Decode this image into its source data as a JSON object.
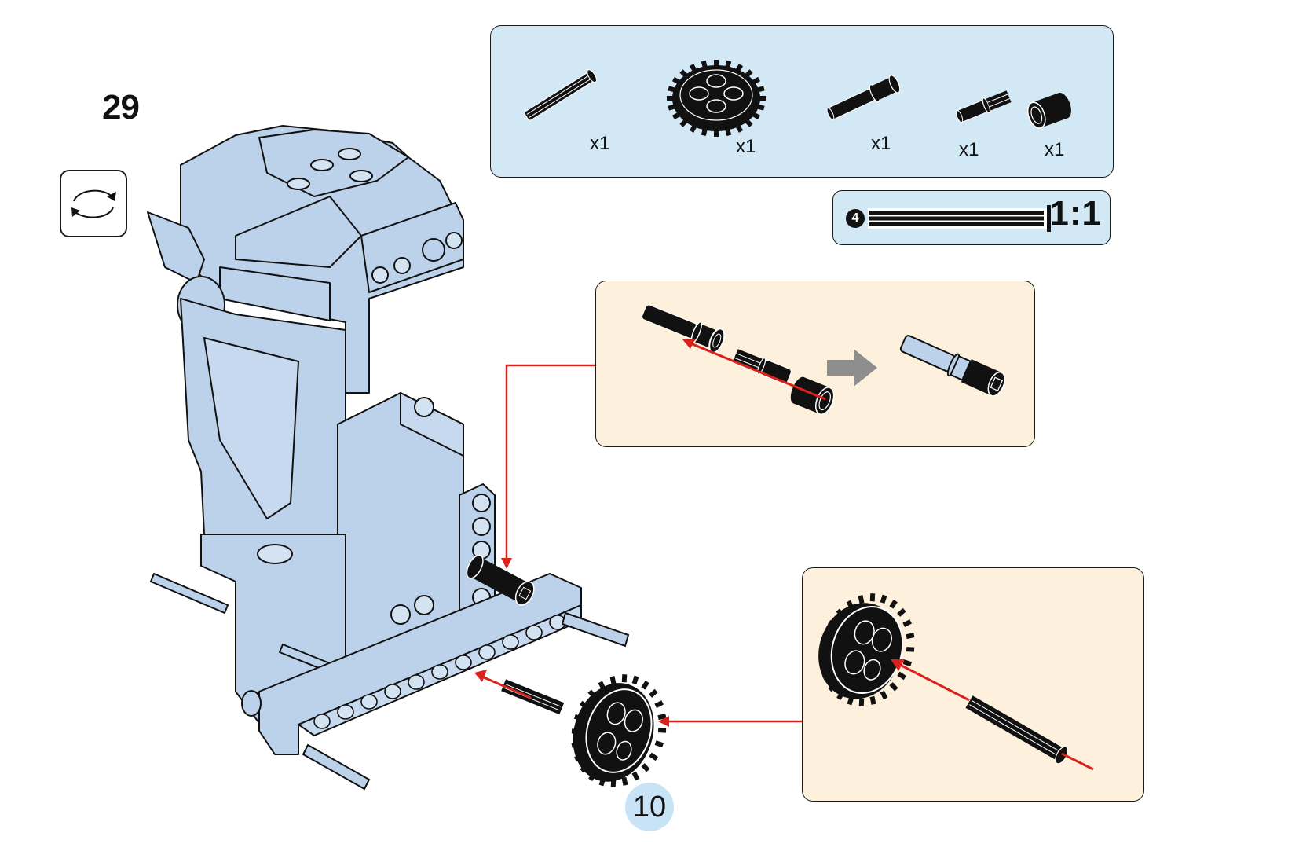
{
  "step": {
    "number": "29",
    "rotate_icon": "rotate-model-icon"
  },
  "parts_list": {
    "items": [
      {
        "name": "axle",
        "icon": "axle-icon",
        "quantity": "x1"
      },
      {
        "name": "gear-24-tooth",
        "icon": "gear-24-tooth-icon",
        "quantity": "x1"
      },
      {
        "name": "long-pin-with-bushing",
        "icon": "long-pin-icon",
        "quantity": "x1"
      },
      {
        "name": "axle-pin",
        "icon": "axle-pin-icon",
        "quantity": "x1"
      },
      {
        "name": "bushing",
        "icon": "bushing-icon",
        "quantity": "x1"
      }
    ]
  },
  "ruler": {
    "badge": "4",
    "scale_label": "1:1",
    "part": "axle-4"
  },
  "subassembly_a": {
    "description": "Insert axle pin into long pin, add bushing",
    "arrow_icon": "result-arrow-icon"
  },
  "subassembly_b": {
    "description": "Insert axle into gear"
  },
  "colors": {
    "parts_panel_bg": "#d3e8f5",
    "subassembly_bg": "#fdf0dc",
    "model_blue": "#bcd2ea",
    "arrow_red": "#d9221c",
    "page_badge_bg": "#c7e3f5"
  },
  "page": {
    "number": "10"
  }
}
